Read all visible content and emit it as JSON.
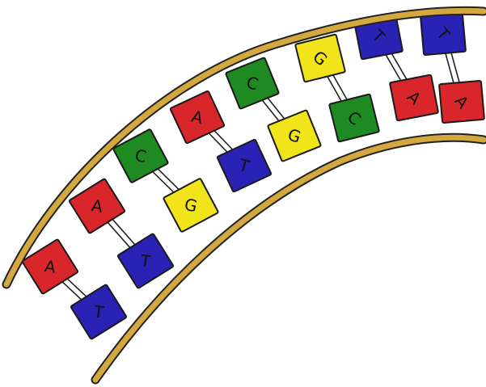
{
  "colors": {
    "A": "#d9262b",
    "T": "#2a22b5",
    "C": "#1f8a22",
    "G": "#f2e41a",
    "backbone": "#d3a93f",
    "outline": "#222222"
  },
  "pairs": [
    {
      "outer": "A",
      "inner": "T"
    },
    {
      "outer": "A",
      "inner": "T"
    },
    {
      "outer": "C",
      "inner": "G"
    },
    {
      "outer": "A",
      "inner": "T"
    },
    {
      "outer": "C",
      "inner": "G"
    },
    {
      "outer": "G",
      "inner": "C"
    },
    {
      "outer": "T",
      "inner": "A"
    },
    {
      "outer": "T",
      "inner": "A"
    }
  ]
}
